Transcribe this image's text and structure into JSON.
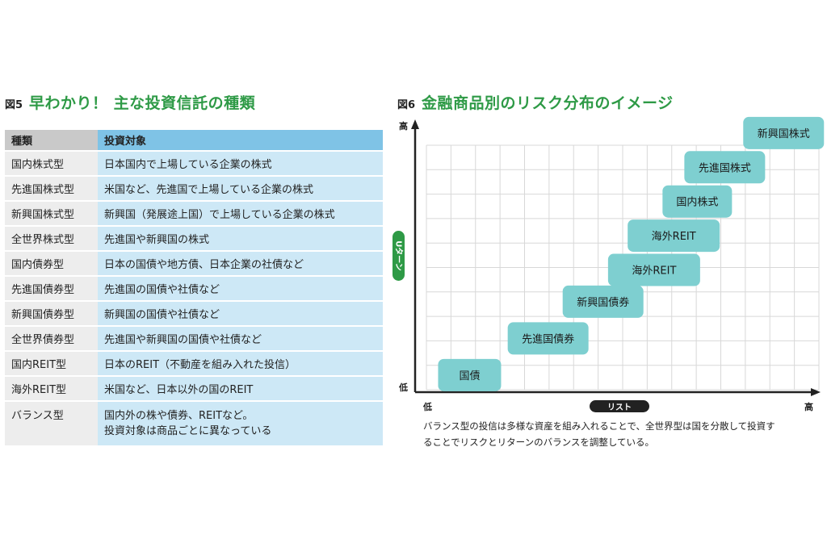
{
  "figure5": {
    "label": "図5",
    "title": "早わかり！ 主な投資信託の種類",
    "headers": [
      "種類",
      "投資対象"
    ],
    "rows": [
      {
        "type": "国内株式型",
        "target": [
          "日本国内で上場している企業の株式"
        ]
      },
      {
        "type": "先進国株式型",
        "target": [
          "米国など、先進国で上場している企業の株式"
        ]
      },
      {
        "type": "新興国株式型",
        "target": [
          "新興国（発展途上国）で上場している企業の株式"
        ]
      },
      {
        "type": "全世界株式型",
        "target": [
          "先進国や新興国の株式"
        ]
      },
      {
        "type": "国内債券型",
        "target": [
          "日本の国債や地方債、日本企業の社債など"
        ]
      },
      {
        "type": "先進国債券型",
        "target": [
          "先進国の国債や社債など"
        ]
      },
      {
        "type": "新興国債券型",
        "target": [
          "新興国の国債や社債など"
        ]
      },
      {
        "type": "全世界債券型",
        "target": [
          "先進国や新興国の国債や社債など"
        ]
      },
      {
        "type": "国内REIT型",
        "target": [
          "日本のREIT（不動産を組み入れた投信）"
        ]
      },
      {
        "type": "海外REIT型",
        "target": [
          "米国など、日本以外の国のREIT"
        ]
      },
      {
        "type": "バランス型",
        "target": [
          "国内外の株や債券、REITなど。",
          "投資対象は商品ごとに異なっている"
        ]
      }
    ]
  },
  "figure6": {
    "label": "図6",
    "title": "金融商品別のリスク分布のイメージ",
    "caption": [
      "バランス型の投信は多様な資産を組み入れることで、全世界型は国を分散して投資す",
      "ることでリスクとリターンのバランスを調整している。"
    ]
  },
  "chart_data": {
    "type": "scatter",
    "title": "金融商品別のリスク分布のイメージ",
    "xlabel": "リスト",
    "ylabel": "Uターン",
    "x_low_label": "低",
    "x_high_label": "高",
    "y_low_label": "低",
    "y_high_label": "高",
    "grid": true,
    "box_color": "#7ecfd0",
    "axis_badge_color": "#2e9a46",
    "xlim": [
      0,
      1
    ],
    "ylim": [
      0,
      1
    ],
    "points": [
      {
        "label": "国債",
        "x": 0.11,
        "y": 0.06
      },
      {
        "label": "先進国債券",
        "x": 0.31,
        "y": 0.21
      },
      {
        "label": "新興国債券",
        "x": 0.45,
        "y": 0.36
      },
      {
        "label": "海外REIT",
        "x": 0.58,
        "y": 0.49
      },
      {
        "label": "海外REIT",
        "x": 0.63,
        "y": 0.63
      },
      {
        "label": "国内株式",
        "x": 0.69,
        "y": 0.77
      },
      {
        "label": "先進国株式",
        "x": 0.76,
        "y": 0.91
      },
      {
        "label": "新興国株式",
        "x": 0.91,
        "y": 1.05
      }
    ]
  }
}
